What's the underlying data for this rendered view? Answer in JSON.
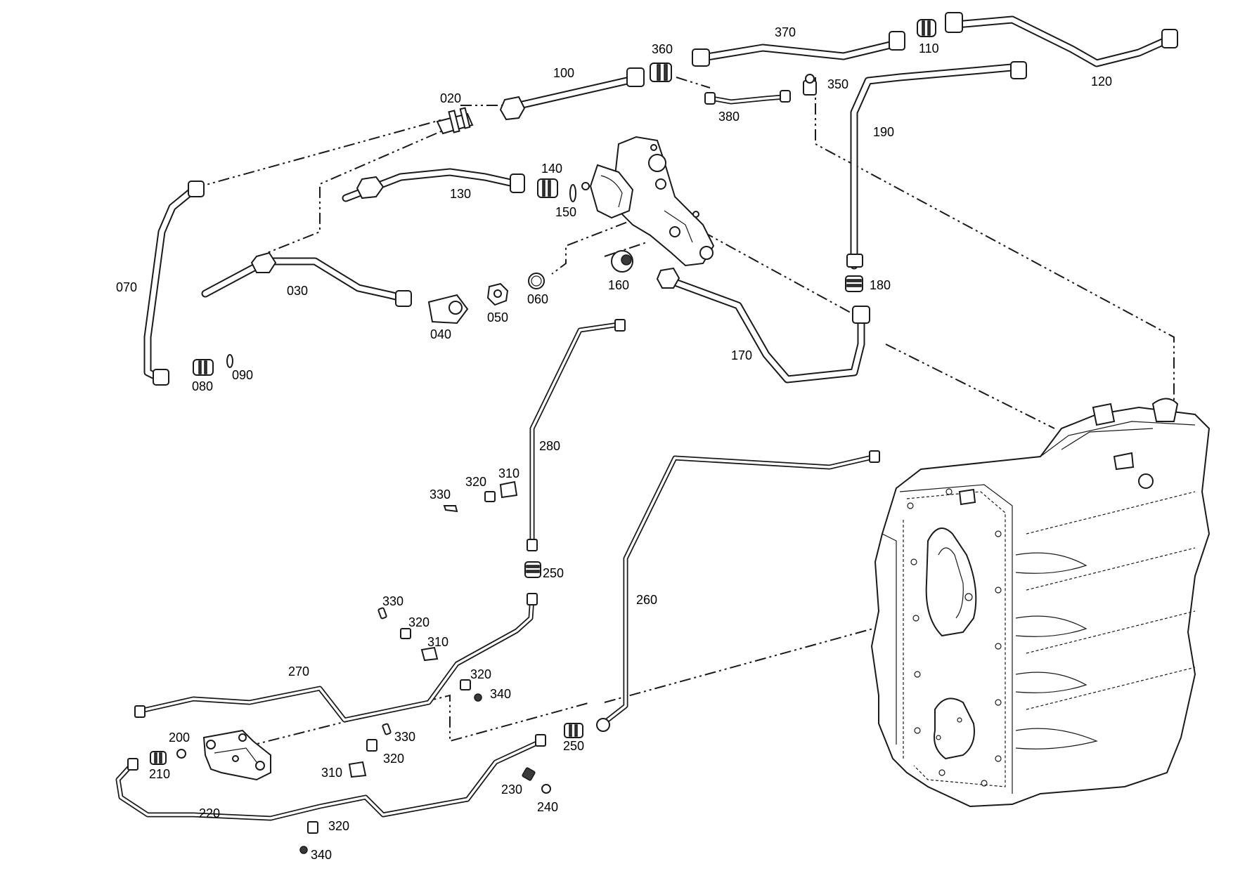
{
  "labels": {
    "p020": "020",
    "p030": "030",
    "p040": "040",
    "p050": "050",
    "p060": "060",
    "p070": "070",
    "p080": "080",
    "p090": "090",
    "p100": "100",
    "p110": "110",
    "p120": "120",
    "p130": "130",
    "p140": "140",
    "p150": "150",
    "p160": "160",
    "p170": "170",
    "p180": "180",
    "p190": "190",
    "p200": "200",
    "p210": "210",
    "p220": "220",
    "p230": "230",
    "p240": "240",
    "p250a": "250",
    "p250b": "250",
    "p260": "260",
    "p270": "270",
    "p280": "280",
    "p310a": "310",
    "p310b": "310",
    "p310c": "310",
    "p320a": "320",
    "p320b": "320",
    "p320c": "320",
    "p320d": "320",
    "p320e": "320",
    "p330a": "330",
    "p330b": "330",
    "p330c": "330",
    "p340a": "340",
    "p340b": "340",
    "p350": "350",
    "p360": "360",
    "p370": "370",
    "p380": "380"
  },
  "colors": {
    "line": "#1a1a1a",
    "background": "#ffffff"
  }
}
